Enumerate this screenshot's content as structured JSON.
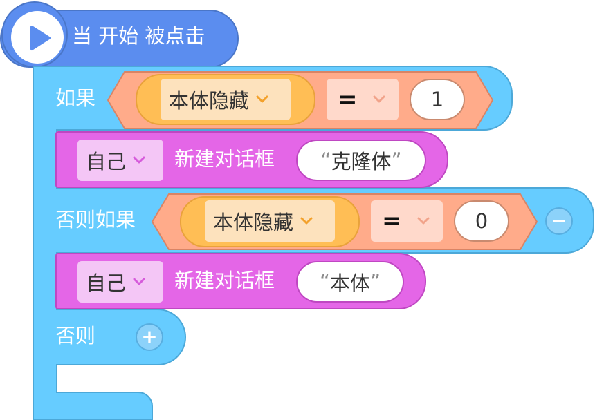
{
  "hat": {
    "label": "当 开始 被点击",
    "icon": "play-icon"
  },
  "if_block": {
    "if_label": "如果",
    "else_if_label": "否则如果",
    "else_label": "否则",
    "remove_branch_symbol": "−",
    "add_branch_symbol": "+"
  },
  "conditions": [
    {
      "sensor": "本体隐藏",
      "operator": "=",
      "value": "1"
    },
    {
      "sensor": "本体隐藏",
      "operator": "=",
      "value": "0"
    }
  ],
  "say_blocks": [
    {
      "target": "自己",
      "action": "新建对话框",
      "text": "克隆体"
    },
    {
      "target": "自己",
      "action": "新建对话框",
      "text": "本体"
    }
  ],
  "quote_open": "“",
  "quote_close": "”",
  "colors": {
    "hat": "#5b8def",
    "control": "#66ccff",
    "operator": "#ffab8a",
    "sensor": "#ffbe55",
    "looks": "#e466e7"
  }
}
